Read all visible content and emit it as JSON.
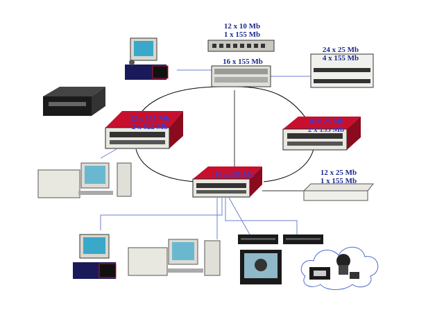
{
  "labels": {
    "top_switch_a": [
      "12 x 10 Mb",
      "1 x 155 Mb"
    ],
    "top_switch_b": "16 x 155 Mb",
    "right_switch": [
      "24 x 25 Mb",
      "4 x 155 Mb"
    ],
    "left_chassis": [
      "12 x 155 Mb",
      "2 x 622 Mb"
    ],
    "right_chassis": [
      "16 x 25 Mb",
      "2 x 155 Mb"
    ],
    "center_chassis": "16 x 155 Mb",
    "right_hub": [
      "12 x 25 Mb",
      "1 x 155 Mb"
    ]
  },
  "colors": {
    "chassis_red": "#c8102e",
    "link_blue": "#6b7fd1",
    "label_blue": "#1a2a8c"
  }
}
